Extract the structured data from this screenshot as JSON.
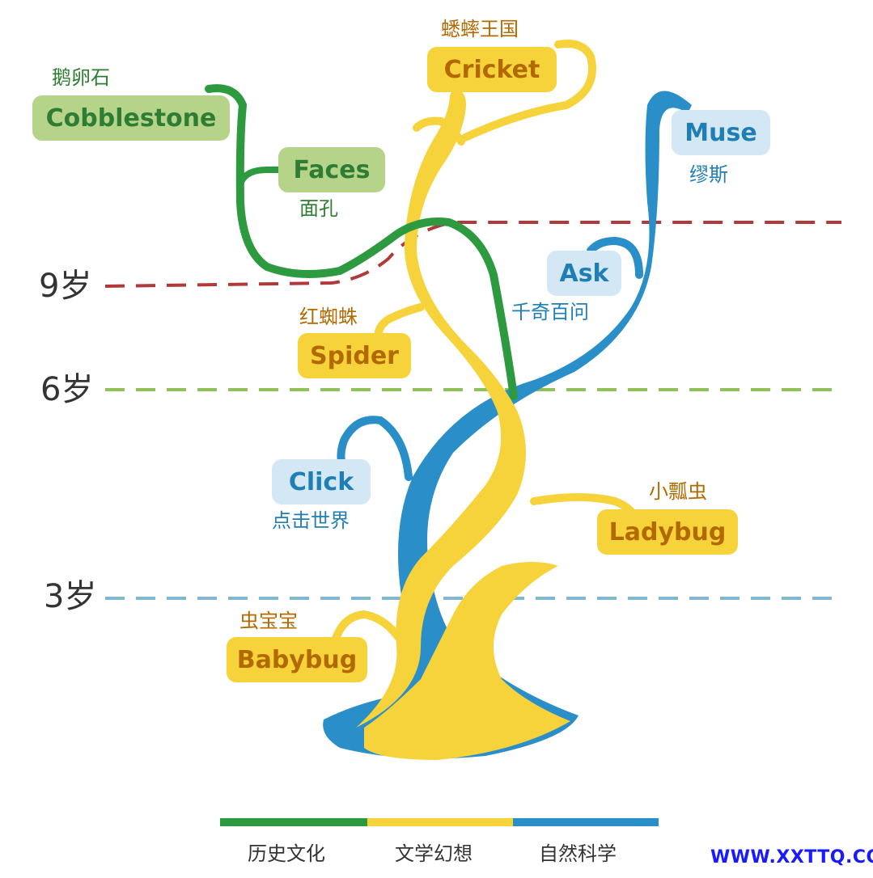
{
  "ages": [
    {
      "label": "9岁"
    },
    {
      "label": "6岁"
    },
    {
      "label": "3岁"
    }
  ],
  "magazines": [
    {
      "name": "Cobblestone",
      "cn": "鹅卵石",
      "category": "history"
    },
    {
      "name": "Faces",
      "cn": "面孔",
      "category": "history"
    },
    {
      "name": "Cricket",
      "cn": "蟋蟀王国",
      "category": "literature"
    },
    {
      "name": "Spider",
      "cn": "红蜘蛛",
      "category": "literature"
    },
    {
      "name": "Ladybug",
      "cn": "小瓢虫",
      "category": "literature"
    },
    {
      "name": "Babybug",
      "cn": "虫宝宝",
      "category": "literature"
    },
    {
      "name": "Muse",
      "cn": "缪斯",
      "category": "science"
    },
    {
      "name": "Ask",
      "cn": "千奇百问",
      "category": "science"
    },
    {
      "name": "Click",
      "cn": "点击世界",
      "category": "science"
    }
  ],
  "legend": [
    {
      "label": "历史文化",
      "color": "#2e9a3f"
    },
    {
      "label": "文学幻想",
      "color": "#f6d33b"
    },
    {
      "label": "自然科学",
      "color": "#2a8fc9"
    }
  ],
  "colors": {
    "history": "#2e9a3f",
    "literature": "#f6d33b",
    "science": "#2a8fc9",
    "line9": "#b03a3a",
    "line6": "#8fc05a",
    "line3": "#7fb8d0"
  },
  "watermark": "WWW.XXTTQ.COM"
}
